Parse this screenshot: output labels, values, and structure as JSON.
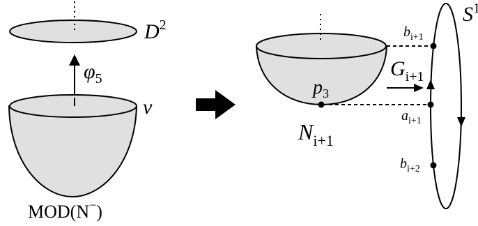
{
  "labels": {
    "D": "D",
    "D_sup": "2",
    "phi": "φ",
    "phi_sub": "5",
    "nu": "ν",
    "mod": "MOD(N",
    "mod_sup": "−",
    "mod_end": ")",
    "p": "p",
    "p_sub": "3",
    "G": "G",
    "G_sub": "i+1",
    "N": "N",
    "N_sub": "i+1",
    "S": "S",
    "S_sup": "1",
    "b1": "b",
    "b1_sub": "i+1",
    "a1": "a",
    "a1_sub": "i+1",
    "b2": "b",
    "b2_sub": "i+2"
  },
  "colors": {
    "fill": "#e0e0e0",
    "stroke": "#000000"
  }
}
